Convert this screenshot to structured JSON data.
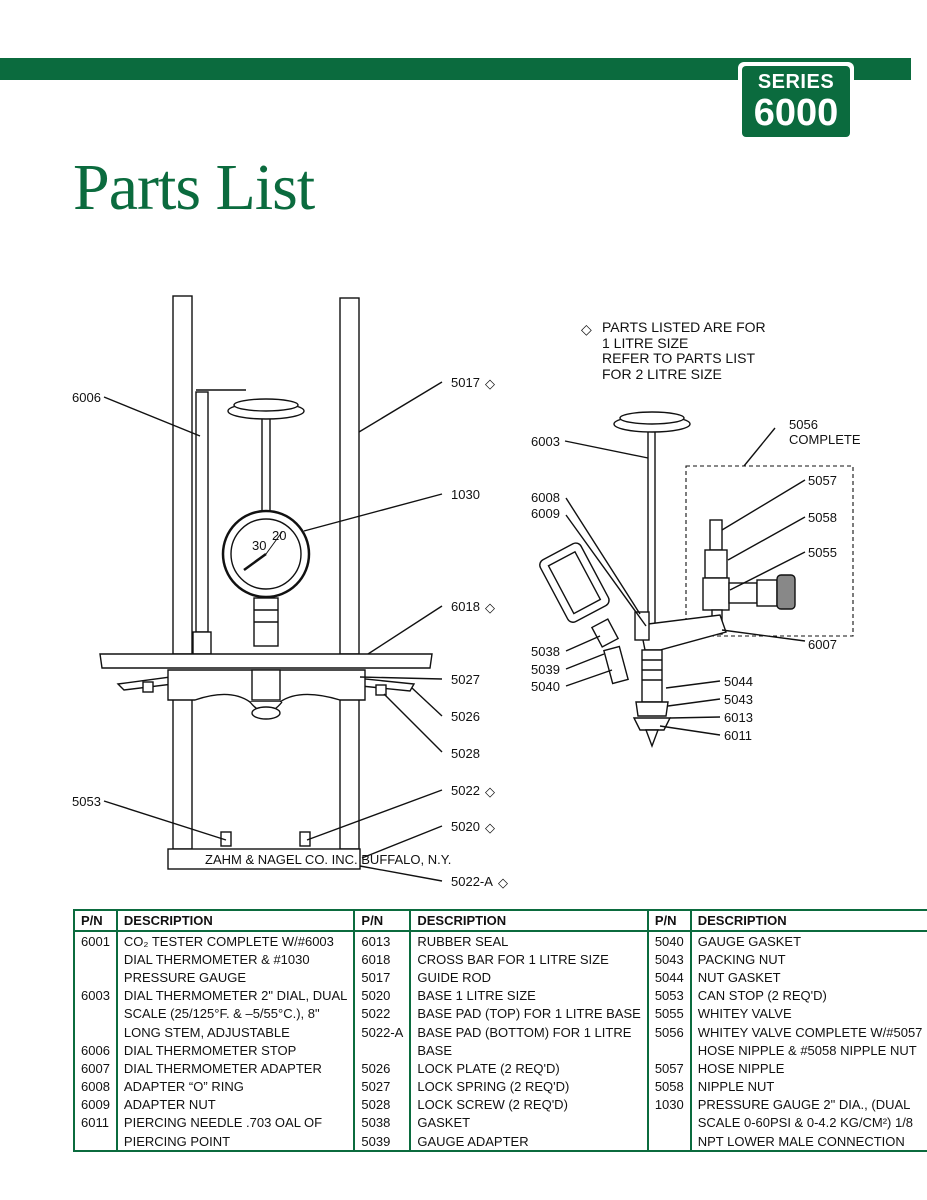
{
  "header": {
    "series_label": "SERIES",
    "series_number": "6000",
    "title": "Parts List"
  },
  "note": {
    "lines": [
      "PARTS LISTED ARE FOR",
      "1 LITRE SIZE",
      "REFER TO PARTS LIST",
      "FOR 2 LITRE SIZE"
    ]
  },
  "diagram": {
    "base_label": "ZAHM & NAGEL CO. INC. BUFFALO, N.Y.",
    "callouts": {
      "p6006": "6006",
      "p5017": "5017",
      "p1030": "1030",
      "p6018": "6018",
      "p5027": "5027",
      "p5026": "5026",
      "p5028": "5028",
      "p5053": "5053",
      "p5022": "5022",
      "p5020": "5020",
      "p5022a": "5022-A",
      "p6003": "6003",
      "p5056": "5056",
      "complete": "COMPLETE",
      "p6008": "6008",
      "p6009": "6009",
      "p5057": "5057",
      "p5058": "5058",
      "p5055": "5055",
      "p6007": "6007",
      "p5038": "5038",
      "p5039": "5039",
      "p5040": "5040",
      "p5044": "5044",
      "p5043": "5043",
      "p6013": "6013",
      "p6011": "6011"
    },
    "diamond": "◇"
  },
  "table": {
    "headers": [
      "P/N",
      "DESCRIPTION",
      "P/N",
      "DESCRIPTION",
      "P/N",
      "DESCRIPTION"
    ],
    "rows": [
      [
        "6001",
        "CO₂ TESTER COMPLETE W/#6003",
        "6013",
        "RUBBER SEAL",
        "5040",
        "GAUGE GASKET"
      ],
      [
        "",
        "DIAL THERMOMETER & #1030",
        "6018",
        "CROSS BAR FOR 1 LITRE SIZE",
        "5043",
        "PACKING NUT"
      ],
      [
        "",
        "PRESSURE GAUGE",
        "5017",
        "GUIDE ROD",
        "5044",
        "NUT GASKET"
      ],
      [
        "6003",
        "DIAL THERMOMETER 2\" DIAL, DUAL",
        "5020",
        "BASE 1 LITRE SIZE",
        "5053",
        "CAN STOP (2 REQ'D)"
      ],
      [
        "",
        "SCALE (25/125°F. & –5/55°C.), 8\"",
        "5022",
        "BASE PAD (TOP) FOR 1 LITRE BASE",
        "5055",
        "WHITEY VALVE"
      ],
      [
        "",
        "LONG STEM, ADJUSTABLE",
        "5022-A",
        "BASE PAD (BOTTOM) FOR 1 LITRE",
        "5056",
        "WHITEY VALVE COMPLETE W/#5057"
      ],
      [
        "6006",
        "DIAL THERMOMETER STOP",
        "",
        "BASE",
        "",
        "HOSE NIPPLE & #5058 NIPPLE NUT"
      ],
      [
        "6007",
        "DIAL THERMOMETER ADAPTER",
        "5026",
        "LOCK PLATE (2 REQ'D)",
        "5057",
        "HOSE NIPPLE"
      ],
      [
        "6008",
        "ADAPTER “O” RING",
        "5027",
        "LOCK SPRING (2 REQ'D)",
        "5058",
        "NIPPLE NUT"
      ],
      [
        "6009",
        "ADAPTER NUT",
        "5028",
        "LOCK SCREW (2 REQ'D)",
        "1030",
        "PRESSURE GAUGE 2\" DIA., (DUAL"
      ],
      [
        "6011",
        "PIERCING NEEDLE .703 OAL OF",
        "5038",
        "GASKET",
        "",
        "SCALE 0-60PSI & 0-4.2 KG/CM²) 1/8"
      ],
      [
        "",
        "PIERCING POINT",
        "5039",
        "GAUGE ADAPTER",
        "",
        "NPT LOWER MALE CONNECTION"
      ]
    ]
  },
  "colors": {
    "brand_green": "#0b6b3e",
    "ink": "#111111"
  }
}
